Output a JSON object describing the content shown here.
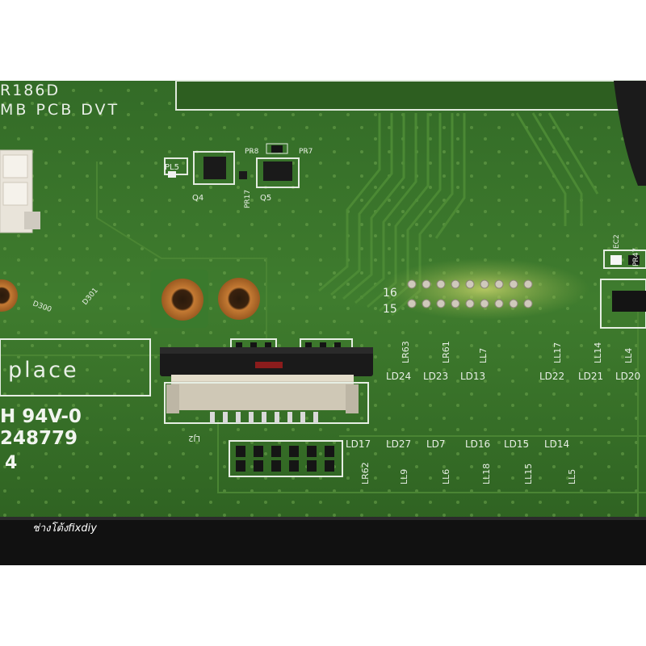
{
  "board": {
    "header_line1": "R186D",
    "header_line2": "MB PCB DVT",
    "place_label": "place",
    "rating_label": "H 94V-0",
    "serial_label": "248779",
    "partial_mark": "4",
    "pin_16": "16",
    "pin_15": "15"
  },
  "components": {
    "pl5": "PL5",
    "q4": "Q4",
    "pr8": "PR8",
    "pr7": "PR7",
    "pr17": "PR17",
    "q5": "Q5",
    "d300": "D300",
    "d301": "D301",
    "lj2": "LJ2",
    "ec2": "EC2",
    "pr47": "PR47",
    "lr63": "LR63",
    "lr61": "LR61",
    "ll7": "LL7",
    "ll17": "LL17",
    "ll14": "LL14",
    "ll4": "LL4",
    "ld24": "LD24",
    "ld23": "LD23",
    "ld13": "LD13",
    "ld22": "LD22",
    "ld21": "LD21",
    "ld20": "LD20",
    "ld17": "LD17",
    "ld27": "LD27",
    "ld7": "LD7",
    "ld16": "LD16",
    "ld15": "LD15",
    "ld14": "LD14",
    "lr62": "LR62",
    "ll9": "LL9",
    "ll6": "LL6",
    "ll18": "LL18",
    "ll15": "LL15",
    "ll5": "LL5"
  },
  "watermark": "ช่างโต้งfixdiy",
  "colors": {
    "pcb_green": "#3f7a2c",
    "pcb_dark": "#2e5d21",
    "trace": "#4f8d37",
    "silkscreen": "#e8efe6",
    "copper": "#b86a2a",
    "frame_black": "#151515"
  }
}
